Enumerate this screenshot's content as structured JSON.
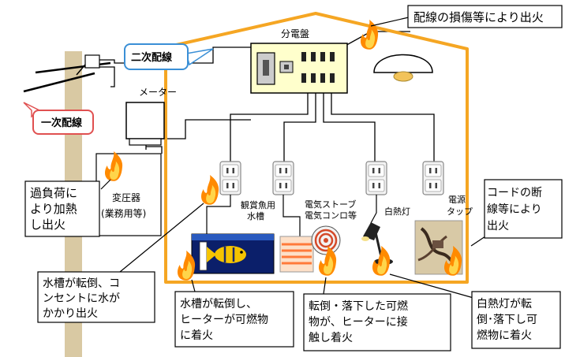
{
  "labels": {
    "distribution_panel": "分電盤",
    "meter": "メーター",
    "transformer_line1": "変圧器",
    "transformer_line2": "(業務用等)",
    "secondary_wiring": "二次配線",
    "primary_wiring": "一次配線",
    "aquarium_line1": "観賞魚用",
    "aquarium_line2": "水槽",
    "stove_line1": "電気ストーブ",
    "stove_line2": "電気コンロ等",
    "lamp": "白熱灯",
    "tap_line1": "電源",
    "tap_line2": "タップ"
  },
  "callouts": {
    "wiring_damage": "配線の損傷等により出火",
    "overload": [
      "過負荷に",
      "より加熱",
      "し出火"
    ],
    "cord_break": [
      "コードの断",
      "線等により",
      "出火"
    ],
    "tank_water": [
      "水槽が転倒、コ",
      "ンセントに水が",
      "かかり出火"
    ],
    "tank_heater": [
      "水槽が転倒し、",
      "ヒーターが可燃物",
      "に着火"
    ],
    "stove_fall": [
      "転倒・落下した可燃",
      "物が、ヒーターに接",
      "触し着火"
    ],
    "lamp_fall": [
      "白熱灯が転",
      "倒･落下し可",
      "燃物に着火"
    ]
  },
  "colors": {
    "house_outline": "#f5a623",
    "panel_fill": "#ffffcc",
    "secondary_callout_border": "#3a8fd6",
    "primary_callout_border": "#e05050",
    "pole": "#d9c9a3",
    "flame_outer": "#ff8a00",
    "flame_inner": "#ffd54a"
  },
  "icons": [
    "flame-icon",
    "outlet-icon",
    "lamp-icon",
    "aquarium-icon",
    "heater-icon"
  ]
}
